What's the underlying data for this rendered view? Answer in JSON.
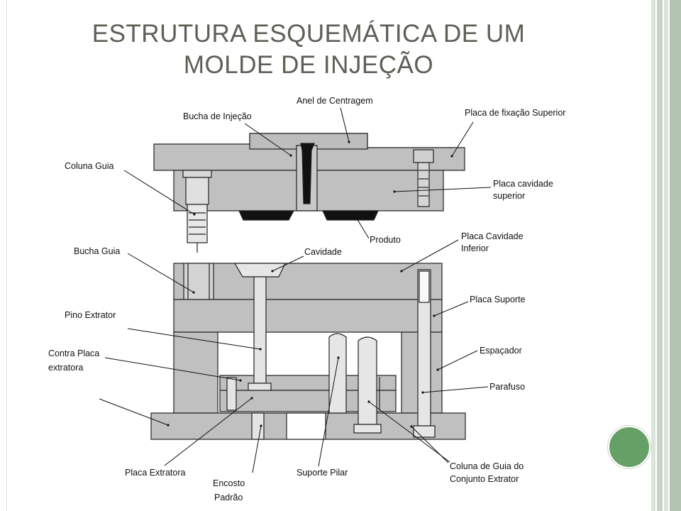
{
  "slide": {
    "title_line1": "ESTRUTURA ESQUEMÁTICA DE UM",
    "title_line2": "MOLDE DE INJEÇÃO"
  },
  "labels": {
    "anel": "Anel de Centragem",
    "bucha_injecao": "Bucha de Injeção",
    "placa_fixacao": "Placa de fixação Superior",
    "coluna_guia": "Coluna Guia",
    "placa_cav_sup_1": "Placa cavidade",
    "placa_cav_sup_2": "superior",
    "produto": "Produto",
    "placa_cav_inf_1": "Placa Cavidade",
    "placa_cav_inf_2": "Inferior",
    "bucha_guia": "Bucha Guia",
    "cavidade": "Cavidade",
    "placa_suporte": "Placa Suporte",
    "pino_extrator": "Pino Extrator",
    "espacador": "Espaçador",
    "contra_placa_1": "Contra Placa",
    "contra_placa_2": "extratora",
    "parafuso": "Parafuso",
    "placa_extratora": "Placa Extratora",
    "encosto_1": "Encosto",
    "encosto_2": "Padrão",
    "suporte_pilar": "Suporte Pilar",
    "coluna_conj_1": "Coluna de Guia do",
    "coluna_conj_2": "Conjunto Extrator"
  }
}
